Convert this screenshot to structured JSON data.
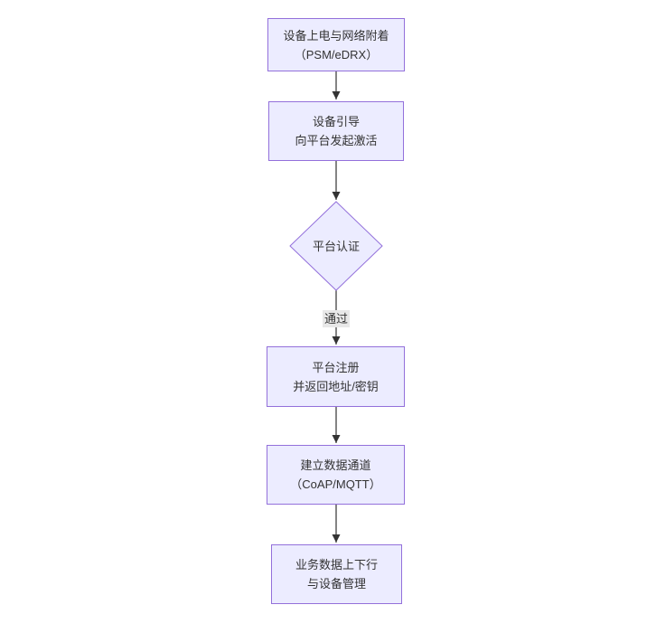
{
  "diagram": {
    "type": "flowchart-vertical",
    "colors": {
      "node_fill": "#ECECFF",
      "node_border": "#9370DB",
      "text_color": "#333333",
      "arrow_color": "#333333",
      "label_bg": "#e8e8e8",
      "canvas_bg": "#ffffff"
    },
    "nodes": [
      {
        "id": "A",
        "shape": "rect",
        "lines": [
          "设备上电与网络附着",
          "（PSM/eDRX）"
        ]
      },
      {
        "id": "B",
        "shape": "rect",
        "lines": [
          "设备引导",
          "向平台发起激活"
        ]
      },
      {
        "id": "C",
        "shape": "diamond",
        "lines": [
          "平台认证"
        ]
      },
      {
        "id": "D",
        "shape": "rect",
        "lines": [
          "平台注册",
          "并返回地址/密钥"
        ]
      },
      {
        "id": "E",
        "shape": "rect",
        "lines": [
          "建立数据通道",
          "（CoAP/MQTT）"
        ]
      },
      {
        "id": "F",
        "shape": "rect",
        "lines": [
          "业务数据上下行",
          "与设备管理"
        ]
      }
    ],
    "edges": [
      {
        "from": "A",
        "to": "B",
        "label": ""
      },
      {
        "from": "B",
        "to": "C",
        "label": ""
      },
      {
        "from": "C",
        "to": "D",
        "label": "通过"
      },
      {
        "from": "D",
        "to": "E",
        "label": ""
      },
      {
        "from": "E",
        "to": "F",
        "label": ""
      }
    ]
  }
}
